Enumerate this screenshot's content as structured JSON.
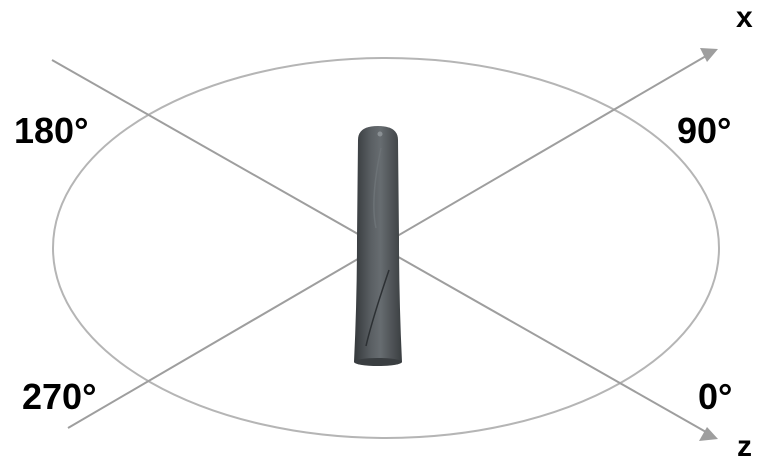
{
  "angles": {
    "a180": "180°",
    "a90": "90°",
    "a270": "270°",
    "a0": "0°"
  },
  "axes": {
    "x": "x",
    "z": "z"
  },
  "colors": {
    "ellipse": "#b5b5b5",
    "axis_line": "#9e9e9e",
    "arrow_head": "#9e9e9e",
    "antenna_body": "#4a4f53",
    "antenna_highlight": "#6c7276",
    "antenna_shadow": "#34383b",
    "text": "#000000"
  },
  "icons": {
    "antenna": "antenna-icon"
  }
}
